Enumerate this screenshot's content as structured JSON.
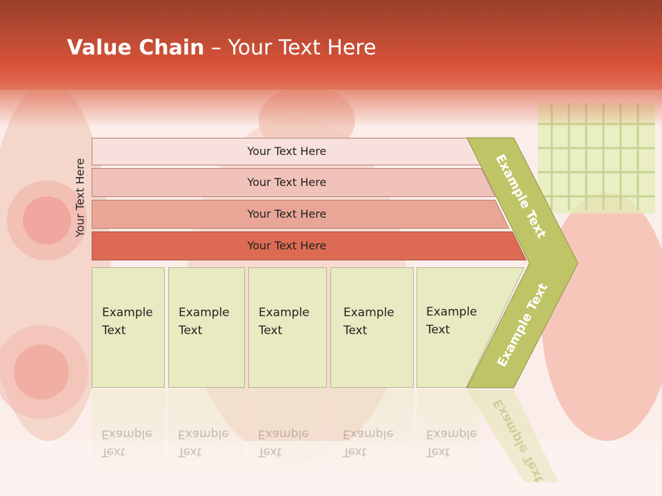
{
  "title": {
    "bold": "Value Chain",
    "rest": " – Your Text Here"
  },
  "vertical_label": "Your Text Here",
  "bars": [
    {
      "label": "Your Text Here",
      "color": "#f8e0dc"
    },
    {
      "label": "Your Text Here",
      "color": "#f1c2b9"
    },
    {
      "label": "Your Text Here",
      "color": "#e9a696"
    },
    {
      "label": "Your Text Here",
      "color": "#dd6a53"
    }
  ],
  "boxes": [
    {
      "line1": "Example",
      "line2": "Text"
    },
    {
      "line1": "Example",
      "line2": "Text"
    },
    {
      "line1": "Example",
      "line2": "Text"
    },
    {
      "line1": "Example",
      "line2": "Text"
    },
    {
      "line1": "Example",
      "line2": "Text"
    }
  ],
  "chevron": {
    "upper": "Example Text",
    "lower": "Example Text",
    "color": "#bfc467"
  }
}
